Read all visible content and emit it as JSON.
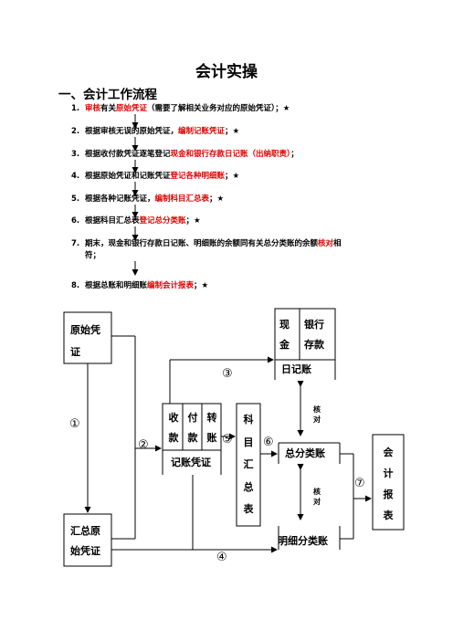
{
  "title": "会计实操",
  "section": "一、会计工作流程",
  "steps": [
    {
      "num": "1.",
      "segs": [
        {
          "t": "审核",
          "red": true
        },
        {
          "t": "有关",
          "red": false
        },
        {
          "t": "原始凭证",
          "red": true
        },
        {
          "t": "（需要了解相关业务对应的原始凭证）；★",
          "red": false
        }
      ]
    },
    {
      "num": "2.",
      "segs": [
        {
          "t": "根据审核无误的原始凭证，",
          "red": false
        },
        {
          "t": "编制记账凭证",
          "red": true
        },
        {
          "t": "；★",
          "red": false
        }
      ]
    },
    {
      "num": "3.",
      "segs": [
        {
          "t": "根据收付款凭证逐笔登记",
          "red": false
        },
        {
          "t": "现金和银行存款日记账（出纳职责）",
          "red": true
        },
        {
          "t": "；",
          "red": false
        }
      ]
    },
    {
      "num": "4.",
      "segs": [
        {
          "t": "根据原始凭证和记账凭证",
          "red": false
        },
        {
          "t": "登记各种明细账",
          "red": true
        },
        {
          "t": "；★",
          "red": false
        }
      ]
    },
    {
      "num": "5.",
      "segs": [
        {
          "t": "根据各种记账凭证，",
          "red": false
        },
        {
          "t": "编制科目汇总表",
          "red": true
        },
        {
          "t": "；★",
          "red": false
        }
      ]
    },
    {
      "num": "6.",
      "segs": [
        {
          "t": "根据科目汇总表",
          "red": false
        },
        {
          "t": "登记总分类账",
          "red": true
        },
        {
          "t": "；★",
          "red": false
        }
      ]
    },
    {
      "num": "7.",
      "segs": [
        {
          "t": "期末，现金和银行存款日记账、明细账的余额同有关总分类账的余额",
          "red": false
        },
        {
          "t": "核对",
          "red": true
        },
        {
          "t": "相",
          "red": false
        }
      ],
      "cont": "符；"
    },
    {
      "num": "8.",
      "segs": [
        {
          "t": "根据总账和明细账",
          "red": false
        },
        {
          "t": "编制会计报表",
          "red": true
        },
        {
          "t": "；★",
          "red": false
        }
      ]
    }
  ],
  "diagram": {
    "original_voucher": [
      "原始凭",
      "证"
    ],
    "summary_voucher": [
      "汇总原",
      "始凭证"
    ],
    "cash": [
      "现",
      "金"
    ],
    "bank": [
      "银行",
      "存款"
    ],
    "journal": "日记账",
    "receipt": [
      "收",
      "款"
    ],
    "payment": [
      "付",
      "款"
    ],
    "transfer": [
      "转",
      "账"
    ],
    "voucher_label": "记账凭证",
    "subject_summary": [
      "科",
      "目",
      "汇",
      "总",
      "表"
    ],
    "general_ledger": "总分类账",
    "detail_ledger": "明细分类账",
    "report": [
      "会",
      "计",
      "报",
      "表"
    ],
    "check1": [
      "核",
      "对"
    ],
    "check2": [
      "核",
      "对"
    ],
    "circles": [
      "①",
      "②",
      "③",
      "④",
      "⑤",
      "⑥",
      "⑦"
    ]
  }
}
